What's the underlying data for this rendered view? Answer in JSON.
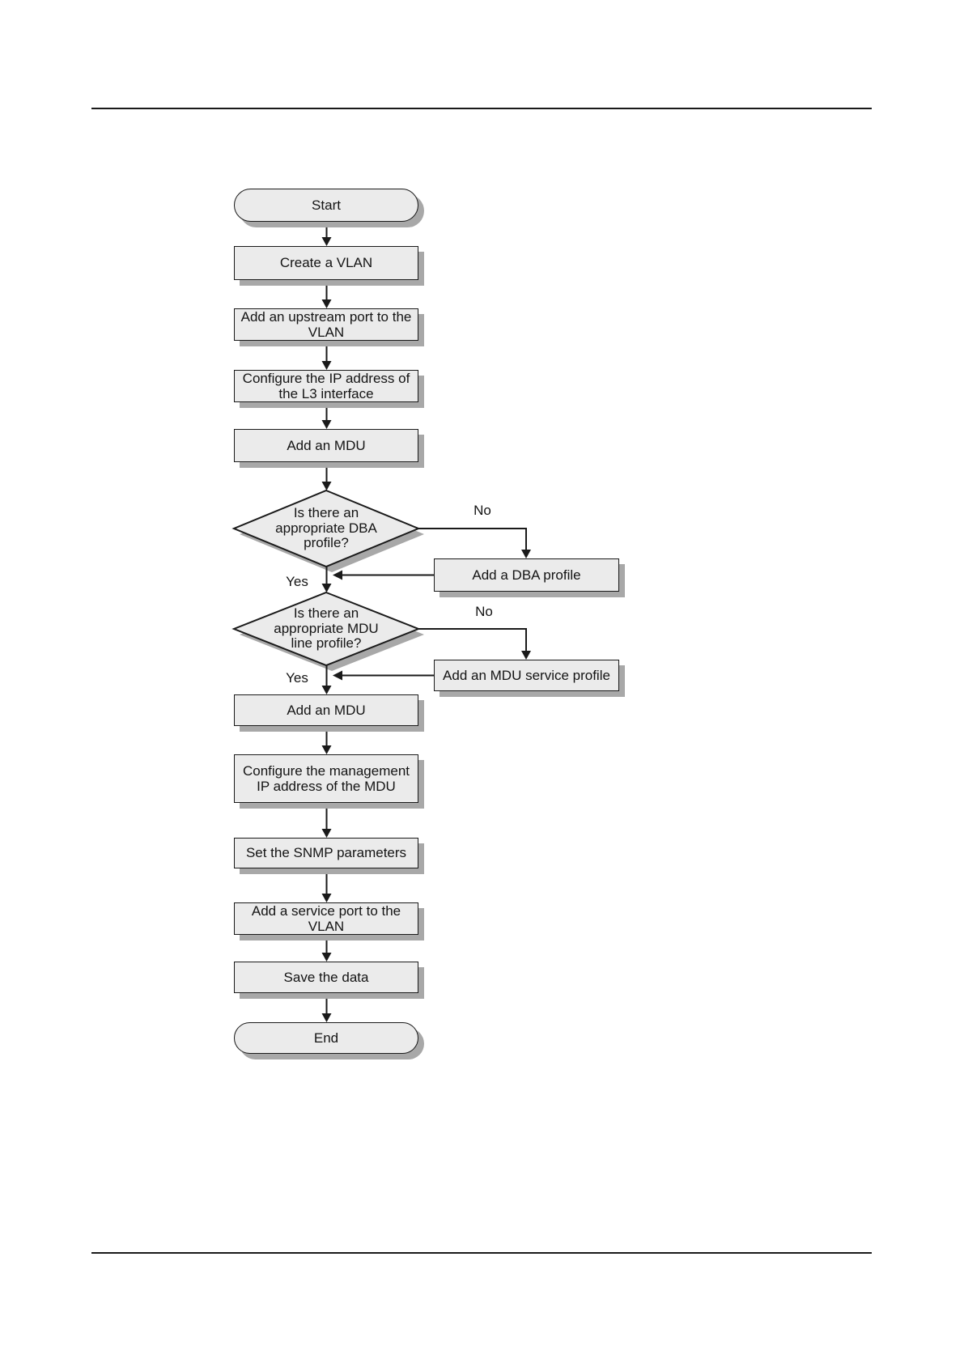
{
  "colors": {
    "page_bg": "#ffffff",
    "node_fill": "#ebebeb",
    "node_border": "#1a1a1a",
    "node_shadow": "#a8a8a8",
    "connector": "#1a1a1a"
  },
  "flowchart": {
    "start_label": "Start",
    "end_label": "End",
    "steps": {
      "create_vlan": "Create a VLAN",
      "add_upstream_port": "Add an upstream port to the\nVLAN",
      "configure_l3_ip": "Configure the IP address of\nthe L3 interface",
      "add_mdu_first": "Add an MDU",
      "add_mdu_second": "Add an MDU",
      "configure_mgmt_ip": "Configure the management\nIP address of the MDU",
      "set_snmp": "Set the SNMP parameters",
      "add_service_port": "Add a service port to the\nVLAN",
      "save_data": "Save the data"
    },
    "decisions": {
      "dba_profile": {
        "question": "Is there an\nappropriate DBA\nprofile?",
        "yes_label": "Yes",
        "no_label": "No"
      },
      "mdu_line_profile": {
        "question": "Is there an\nappropriate MDU\nline profile?",
        "yes_label": "Yes",
        "no_label": "No"
      }
    },
    "remedies": {
      "add_dba_profile": "Add a DBA profile",
      "add_mdu_service_profile": "Add an MDU service profile"
    }
  }
}
